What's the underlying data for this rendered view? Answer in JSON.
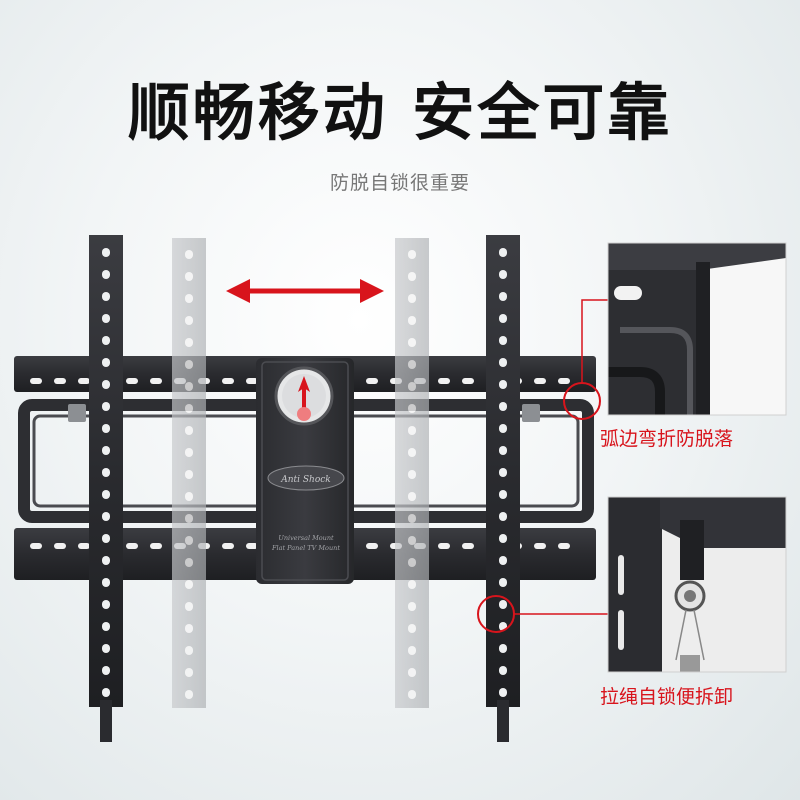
{
  "headline": "顺畅移动 安全可靠",
  "subline": "防脱自锁很重要",
  "mount": {
    "badge_text": "Anti Shock",
    "plate_text_1": "Universal Mount",
    "plate_text_2": "Flat Panel TV Mount"
  },
  "callouts": [
    {
      "label": "弧边弯折防脱落"
    },
    {
      "label": "拉绳自锁便拆卸"
    }
  ],
  "colors": {
    "accent_red": "#d8141c",
    "metal_dark": "#2e2f33",
    "metal_ghost": "#b9bcbf"
  },
  "icons": [
    "double-arrow-icon",
    "gauge-icon"
  ]
}
